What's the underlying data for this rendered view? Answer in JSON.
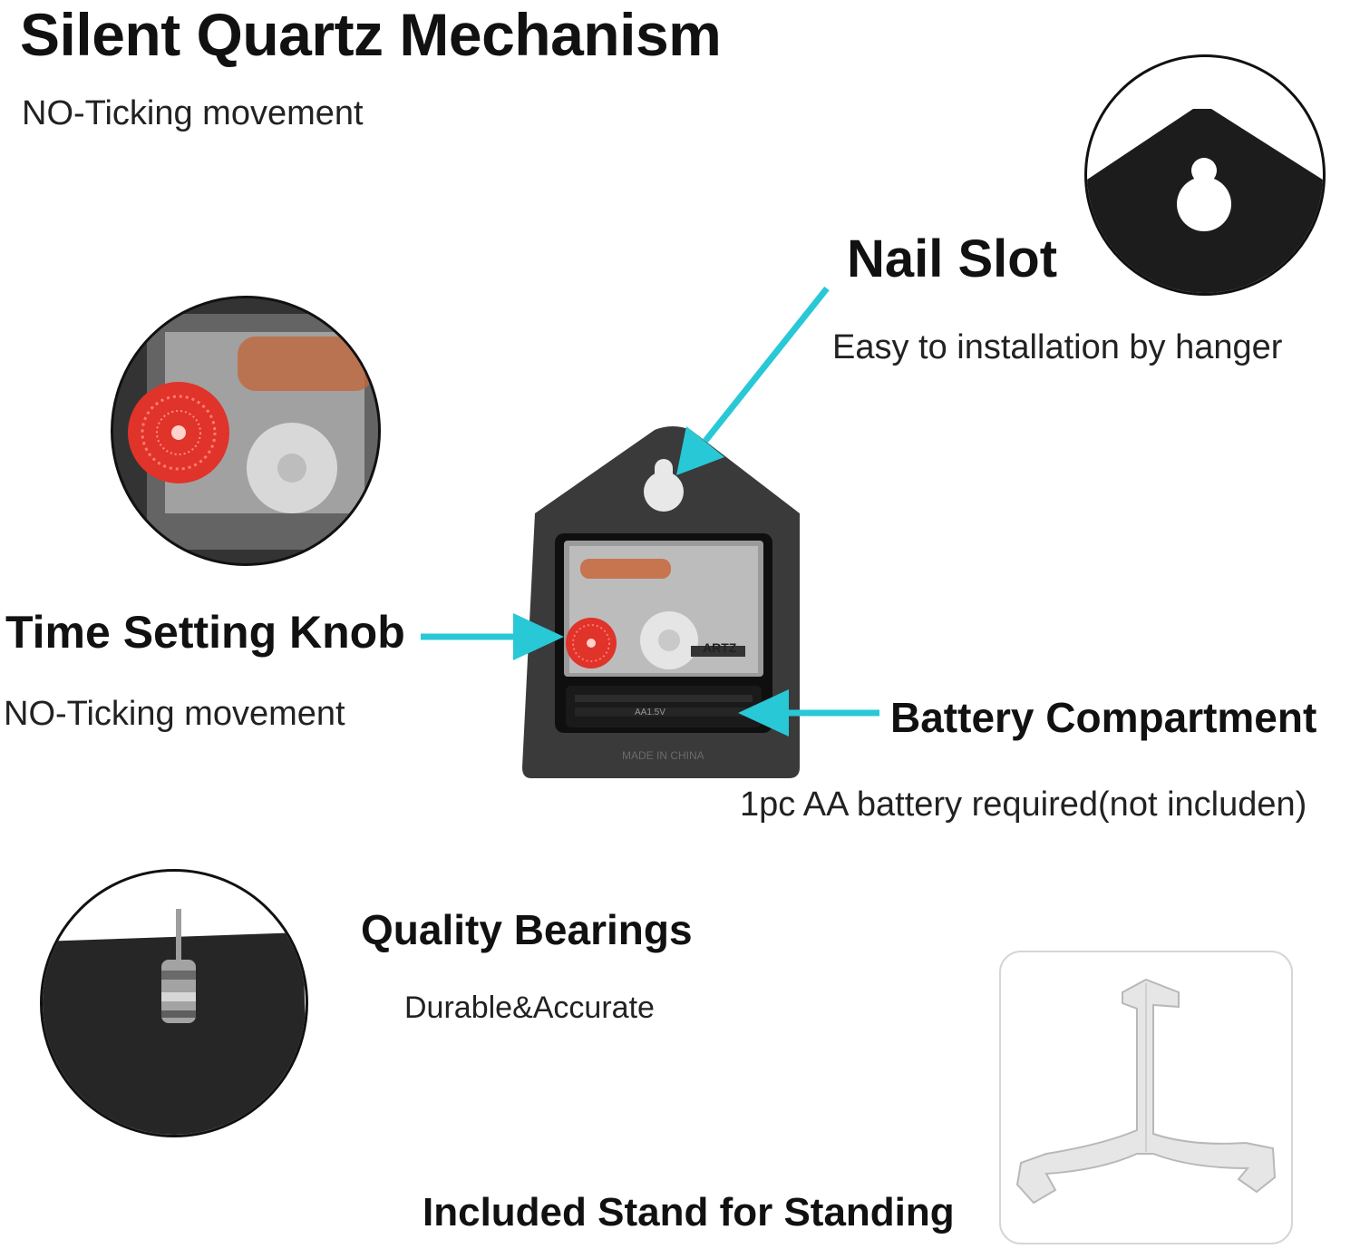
{
  "header": {
    "title": "Silent Quartz Mechanism",
    "subtitle": "NO-Ticking movement"
  },
  "nail_slot": {
    "title": "Nail Slot",
    "desc": "Easy to installation by hanger",
    "icon": "keyhole-slot-icon"
  },
  "time_knob": {
    "title": "Time Setting Knob",
    "desc": "NO-Ticking movement",
    "icon": "red-knob-icon"
  },
  "battery": {
    "title": "Battery Compartment",
    "desc": "1pc AA battery required(not includen)"
  },
  "bearings": {
    "title": "Quality Bearings",
    "desc": "Durable&Accurate",
    "icon": "bearing-shaft-icon"
  },
  "stand": {
    "title": "Included Stand for Standing",
    "icon": "easel-stand-icon"
  },
  "movement_marks": {
    "brand": "ARTZ",
    "voltage": "AA1.5V",
    "origin": "MADE IN CHINA"
  },
  "colors": {
    "arrow": "#29c8d6",
    "knob": "#e0332a",
    "plate": "#3a3a3a",
    "text": "#111111"
  }
}
